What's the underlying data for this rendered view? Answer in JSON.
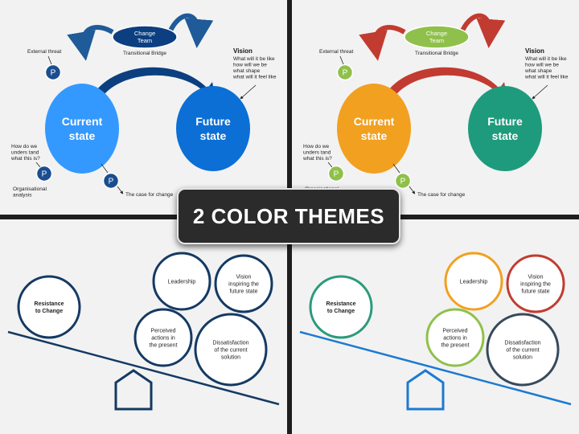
{
  "banner": {
    "label": "2 COLOR THEMES"
  },
  "colors": {
    "blue": {
      "current": "#3399ff",
      "future": "#0b6fd6",
      "team": "#0b3f80",
      "arrow": "#0b3f80",
      "p": "#1a4e90",
      "arrowTop": "#1f5a99"
    },
    "green": {
      "current": "#f2a020",
      "future": "#1e9b7d",
      "team": "#8fc04b",
      "arrow": "#c23b30",
      "p": "#8fc04b",
      "arrowTop": "#c23b30"
    },
    "theme1_line": "#143a63",
    "theme2_line": "#1c7ad0",
    "theme2_circles": {
      "leadership": "#f2a020",
      "vision": "#c23b30",
      "perceived": "#8fc04b",
      "dissatisfaction": "#374a5c",
      "resistance": "#2a9a7a"
    }
  },
  "change_diagram": {
    "team": [
      "Change",
      "Team"
    ],
    "bridge": "Transitional Bridge",
    "current": [
      "Current",
      "state"
    ],
    "future": [
      "Future",
      "state"
    ],
    "vision_title": "Vision",
    "vision_lines": [
      "What will it be like",
      "how will we be",
      "what shape",
      "what will it feel like"
    ],
    "external_threat": "External threat",
    "how_lines": [
      "How do we",
      "unders tand",
      "what this is?"
    ],
    "org_lines": [
      "Organisational",
      "analysis"
    ],
    "case": "The case for change",
    "p": "P"
  },
  "balance": {
    "resistance": [
      "Resistance",
      "to Change"
    ],
    "leadership": "Leadership",
    "vision": [
      "Vision",
      "inspiring the",
      "future state"
    ],
    "perceived": [
      "Perceived",
      "actions in",
      "the present"
    ],
    "dissatisfaction": [
      "Dissatisfaction",
      "of the current",
      "solution"
    ]
  }
}
